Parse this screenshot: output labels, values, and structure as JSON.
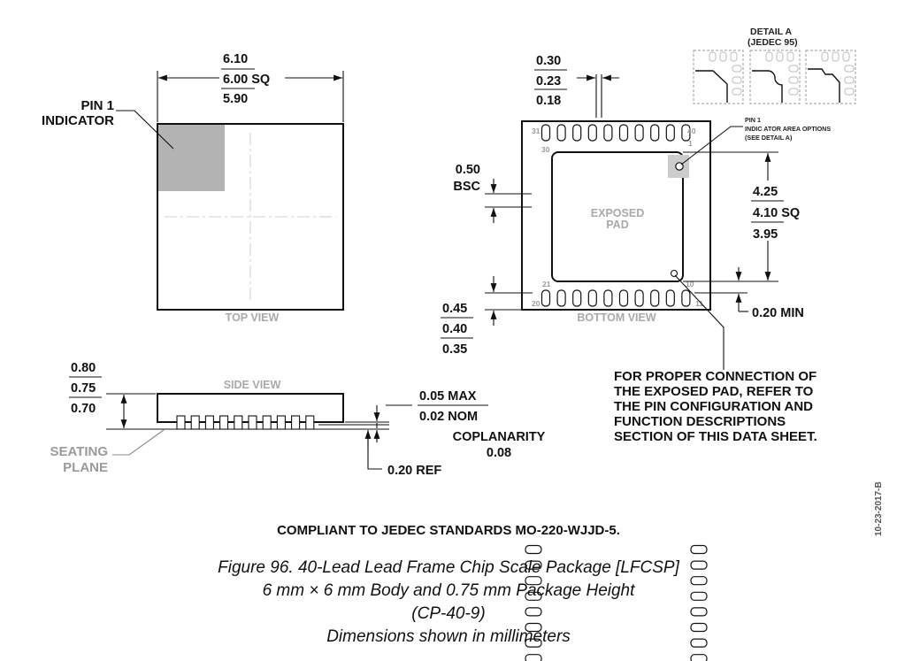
{
  "top_view": {
    "view_label": "TOP VIEW",
    "pin1_line1": "PIN 1",
    "pin1_line2": "INDICATOR",
    "width_max": "6.10",
    "width_nom": "6.00 SQ",
    "width_min": "5.90"
  },
  "bottom_view": {
    "view_label": "BOTTOM VIEW",
    "exposed_pad_line1": "EXPOSED",
    "exposed_pad_line2": "PAD",
    "lead_width_max": "0.30",
    "lead_width_nom": "0.23",
    "lead_width_min": "0.18",
    "pitch_line1": "0.50",
    "pitch_line2": "BSC",
    "pad_max": "4.25",
    "pad_nom": "4.10 SQ",
    "pad_min": "3.95",
    "lead_length_max": "0.45",
    "lead_length_nom": "0.40",
    "lead_length_min": "0.35",
    "min_clearance": "0.20 MIN",
    "pin_labels": {
      "p1": "1",
      "p10": "10",
      "p11": "11",
      "p20": "20",
      "p21": "21",
      "p30": "30",
      "p31": "31",
      "p40": "40"
    },
    "pin1_option_line1": "PIN 1",
    "pin1_option_line2": "INDIC ATOR AREA OPTIONS",
    "pin1_option_line3": "(SEE DETAIL A)"
  },
  "detail": {
    "title_line1": "DETAIL A",
    "title_line2": "(JEDEC 95)"
  },
  "side_view": {
    "view_label": "SIDE VIEW",
    "height_max": "0.80",
    "height_nom": "0.75",
    "height_min": "0.70",
    "standoff_max": "0.05 MAX",
    "standoff_nom": "0.02 NOM",
    "coplanarity_label": "COPLANARITY",
    "coplanarity_value": "0.08",
    "ref_thickness": "0.20 REF",
    "seating_line1": "SEATING",
    "seating_line2": "PLANE"
  },
  "note": {
    "lines": [
      "FOR PROPER CONNECTION OF",
      "THE EXPOSED PAD, REFER TO",
      "THE PIN CONFIGURATION AND",
      "FUNCTION DESCRIPTIONS",
      "SECTION OF THIS DATA SHEET."
    ]
  },
  "date_code": "10-23-2017-B",
  "compliance": "COMPLIANT TO JEDEC STANDARDS MO-220-WJJD-5.",
  "caption": {
    "line1": "Figure 96. 40-Lead Lead Frame Chip Scale Package [LFCSP]",
    "line2": "6 mm × 6 mm Body and 0.75 mm Package Height",
    "line3": "(CP-40-9)",
    "line4": "Dimensions shown in millimeters"
  }
}
